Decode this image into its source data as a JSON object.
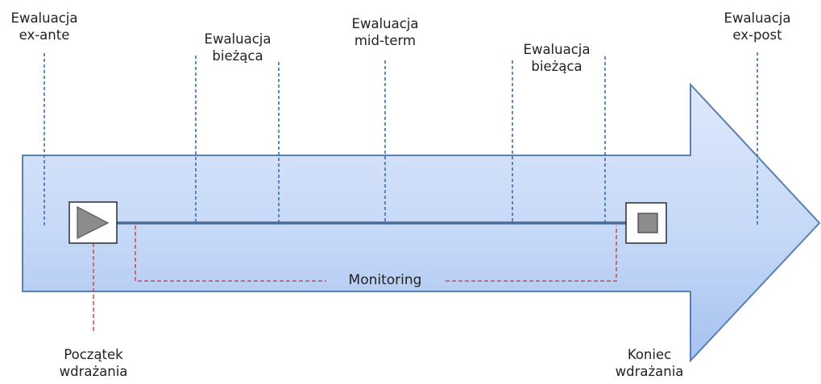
{
  "labels": {
    "ex_ante": [
      "Ewaluacja",
      "ex-ante"
    ],
    "biezaca_1": [
      "Ewaluacja",
      "bieżąca"
    ],
    "mid_term": [
      "Ewaluacja",
      "mid-term"
    ],
    "biezaca_2": [
      "Ewaluacja",
      "bieżąca"
    ],
    "ex_post": [
      "Ewaluacja",
      "ex-post"
    ],
    "start": [
      "Początek",
      "wdrażania"
    ],
    "end": [
      "Koniec",
      "wdrażania"
    ],
    "monitoring": "Monitoring"
  },
  "colors": {
    "arrow_fill_top": "#dce8fb",
    "arrow_fill_bottom": "#a8c4f2",
    "arrow_stroke": "#5b7fb3",
    "timeline": "#4a6a98",
    "guide_blue": "#3c6eae",
    "guide_red": "#c0504d",
    "marker_fill": "#8c8c8c"
  },
  "icons": {
    "start": "play-triangle-icon",
    "end": "stop-square-icon"
  }
}
